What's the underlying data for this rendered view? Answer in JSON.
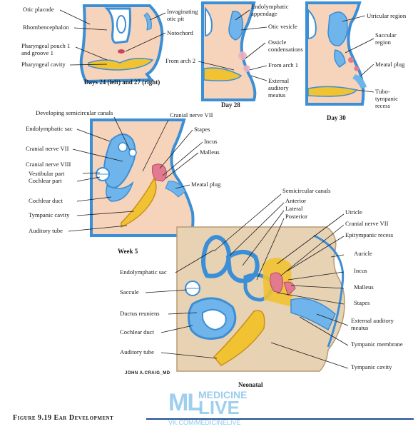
{
  "panels": {
    "day24": {
      "caption": "Days 24 (left) and 27 (right)",
      "labels": {
        "otic_placode": "Otic placode",
        "rhombencephalon": "Rhombencephalon",
        "pharyngeal_pouch_line1": "Pharyngeal pouch 1",
        "pharyngeal_pouch_line2": "and groove 1",
        "pharyngeal_cavity": "Pharyngeal cavity",
        "invaginating_line1": "Invaginating",
        "invaginating_line2": "otic pit",
        "notochord": "Notochord"
      }
    },
    "day28": {
      "caption": "Day 28",
      "labels": {
        "endolymphatic_line1": "Endolymphatic",
        "endolymphatic_line2": "appendage",
        "otic_vesicle": "Otic vesicle",
        "ossicle_line1": "Ossicle",
        "ossicle_line2": "condensations",
        "from_arch_2": "From arch 2",
        "from_arch_1": "From arch 1",
        "external_line1": "External",
        "external_line2": "auditory",
        "external_line3": "meatus"
      }
    },
    "day30": {
      "caption": "Day 30",
      "labels": {
        "utricular_region": "Utricular region",
        "saccular_line1": "Saccular",
        "saccular_line2": "region",
        "meatal_plug": "Meatal plug",
        "tubo_line1": "Tubo-",
        "tubo_line2": "tympanic",
        "tubo_line3": "recess"
      }
    },
    "week5": {
      "caption": "Week 5",
      "labels": {
        "developing_canals": "Developing semicircular canals",
        "endolymphatic_sac": "Endolymphatic sac",
        "cranial_nerve_vii_left": "Cranial nerve VII",
        "cranial_nerve_viii": "Cranial nerve VIII",
        "vestibular_part": "Vestibular part",
        "cochlear_part": "Cochlear part",
        "cochlear_duct": "Cochlear duct",
        "tympanic_cavity": "Tympanic cavity",
        "auditory_tube": "Auditory tube",
        "cranial_nerve_vii_top": "Cranial nerve VII",
        "stapes": "Stapes",
        "incus": "Incus",
        "malleus": "Malleus",
        "meatal_plug": "Meatal plug"
      }
    },
    "neonatal": {
      "caption": "Neonatal",
      "labels": {
        "semicircular_canals": "Semicircular canals",
        "anterior": "Anterior",
        "lateral": "Lateral",
        "posterior": "Posterior",
        "utricle": "Utricle",
        "cranial_nerve_vii": "Cranial nerve VII",
        "epitympanic_recess": "Epitympanic recess",
        "auricle": "Auricle",
        "incus": "Incus",
        "malleus": "Malleus",
        "stapes": "Stapes",
        "external_line1": "External auditory",
        "external_line2": "meatus",
        "tympanic_membrane": "Tympanic membrane",
        "tympanic_cavity": "Tympanic cavity",
        "endolymphatic_sac": "Endolymphatic sac",
        "saccule": "Saccule",
        "ductus_reuniens": "Ductus reuniens",
        "cochlear_duct": "Cochlear duct",
        "auditory_tube": "Auditory tube"
      }
    }
  },
  "figure_caption": "Figure 9.19   Ear Development",
  "signature": "JOHN A.CRAIG_MD",
  "watermark": {
    "logo": "ML",
    "medicine": "MEDICINE",
    "live": "LIVE",
    "url": "VK.COM/MEDICINELIVE"
  },
  "colors": {
    "outline_blue": "#3b8fd6",
    "tissue_peach": "#f6d3bb",
    "otic_blue": "#6fb4ea",
    "cavity_yellow": "#f1c232",
    "ossicle_pink": "#e27a8f",
    "bone_tan": "#e8d2b4",
    "caption_blue": "#1e4e8c"
  }
}
